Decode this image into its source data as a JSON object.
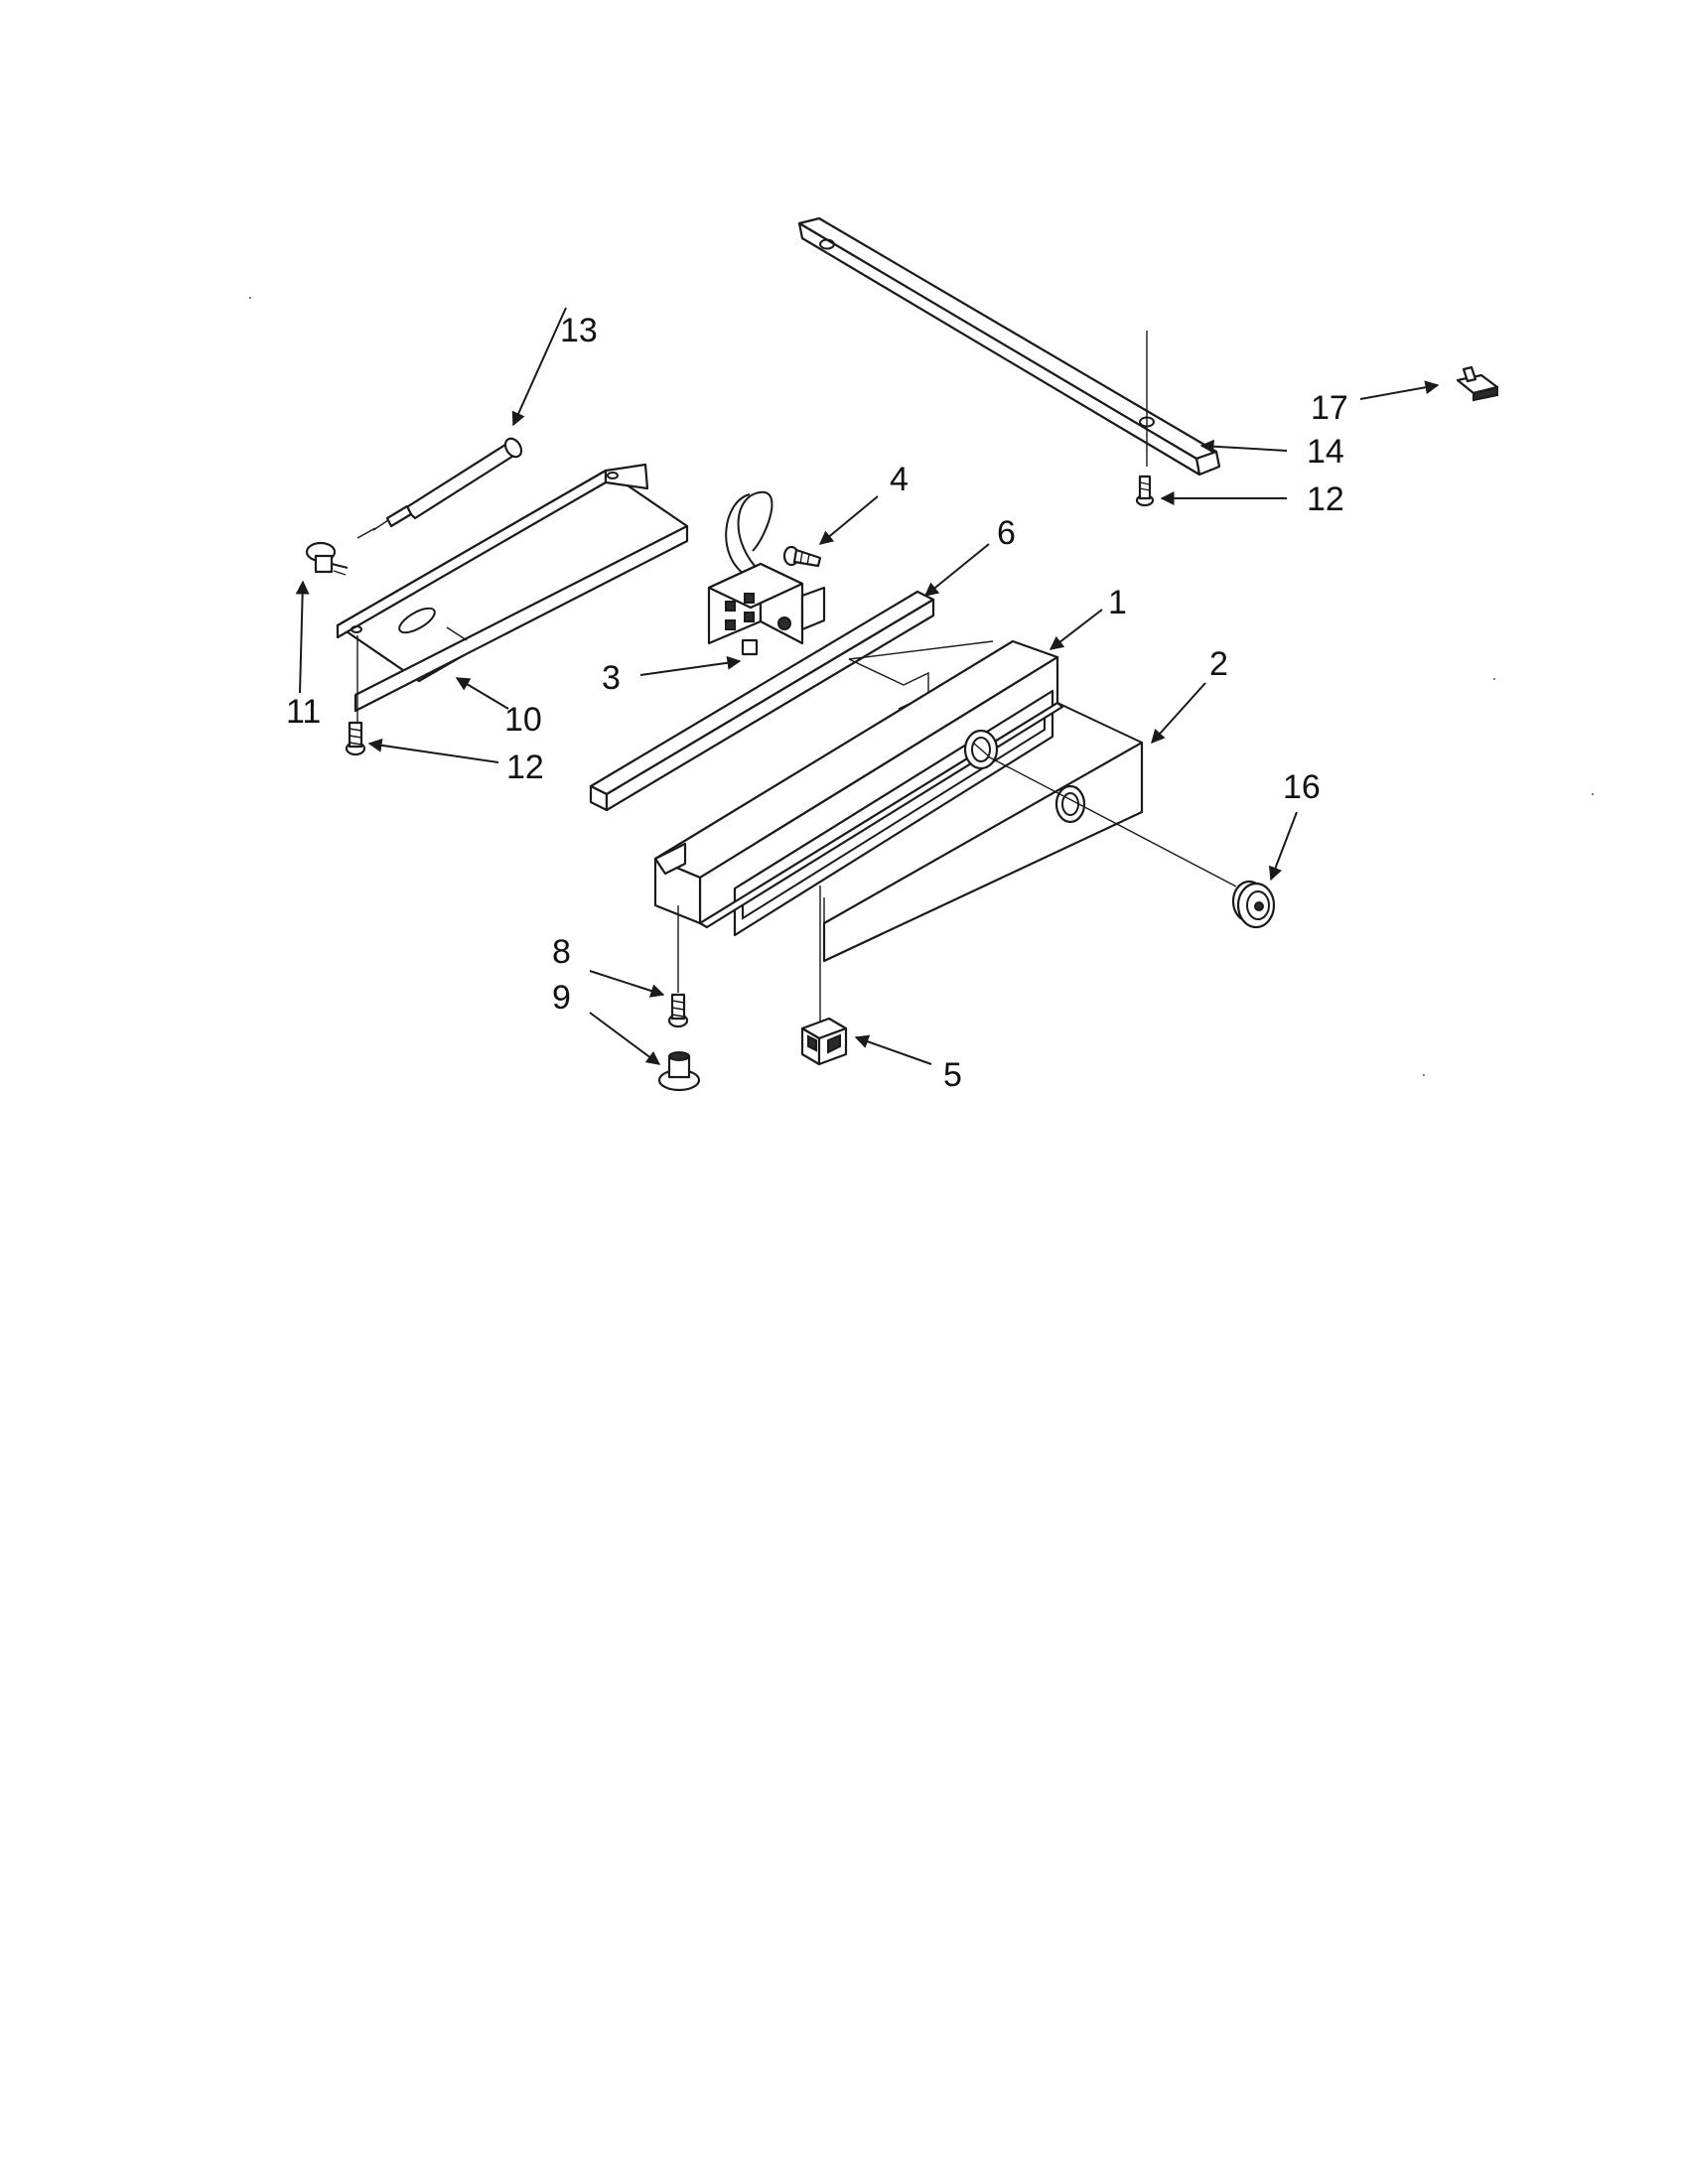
{
  "callouts": {
    "c1": "1",
    "c2": "2",
    "c3": "3",
    "c4": "4",
    "c5": "5",
    "c6": "6",
    "c8": "8",
    "c9": "9",
    "c10": "10",
    "c11": "11",
    "c12a": "12",
    "c12b": "12",
    "c13": "13",
    "c14": "14",
    "c16": "16",
    "c17": "17"
  },
  "colors": {
    "line": "#1a1a1a",
    "background": "#ffffff"
  }
}
